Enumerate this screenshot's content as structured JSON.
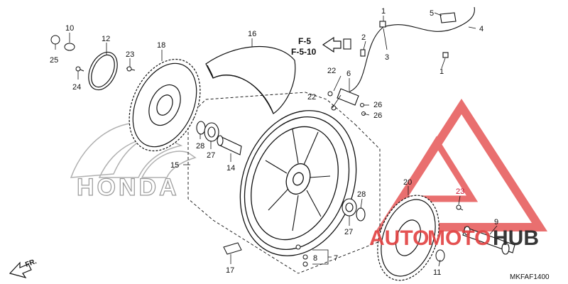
{
  "diagram": {
    "refs": [
      "F-5",
      "F-5-10"
    ],
    "diagram_code": "MKFAF1400",
    "front_marker": "FR.",
    "brand_watermark": "HONDA",
    "overlay_watermark": {
      "text_a": "AUTO",
      "text_b": "MOTO",
      "text_c": "HUB",
      "accent": "#c8102e",
      "dark": "#222222"
    },
    "labels": {
      "p1a": "1",
      "p1b": "1",
      "p2": "2",
      "p3": "3",
      "p4": "4",
      "p5": "5",
      "p6": "6",
      "p7": "7",
      "p8": "8",
      "p9": "9",
      "p10": "10",
      "p11": "11",
      "p12": "12",
      "p14": "14",
      "p15": "15",
      "p16": "16",
      "p17": "17",
      "p18": "18",
      "p20": "20",
      "p22a": "22",
      "p22b": "22",
      "p23a": "23",
      "p23b": "23",
      "p24": "24",
      "p25": "25",
      "p26a": "26",
      "p26b": "26",
      "p27a": "27",
      "p27b": "27",
      "p28a": "28",
      "p28b": "28"
    },
    "colors": {
      "line": "#111111",
      "watermark": "#c8102e",
      "honda_grey": "#9a9a9a"
    }
  }
}
